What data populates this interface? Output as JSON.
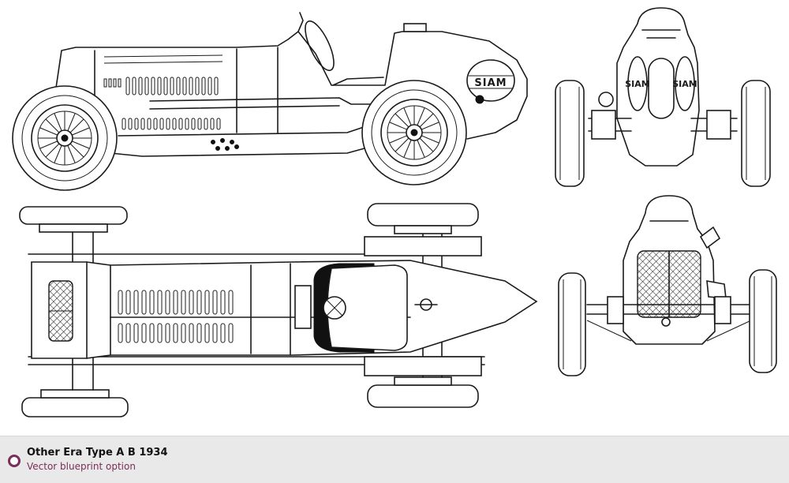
{
  "caption": {
    "title": "Other Era Type A B 1934",
    "subtitle": "Vector blueprint option",
    "accent_color": "#7a2e5a"
  },
  "drawing": {
    "nose_badge_text": "SIAM",
    "views": [
      "side-view",
      "front-view",
      "top-view",
      "rear-view"
    ]
  }
}
